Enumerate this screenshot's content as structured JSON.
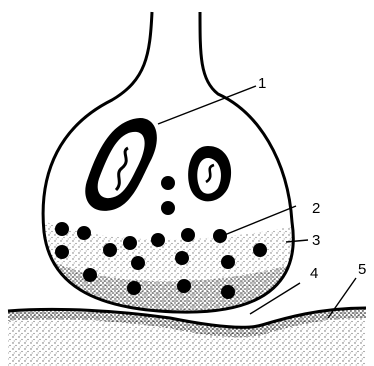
{
  "diagram": {
    "ink_color": "#000000",
    "background_color": "#ffffff",
    "callouts": [
      {
        "id": "callout-1",
        "label": "1"
      },
      {
        "id": "callout-2",
        "label": "2"
      },
      {
        "id": "callout-3",
        "label": "3"
      },
      {
        "id": "callout-4",
        "label": "4"
      },
      {
        "id": "callout-5",
        "label": "5"
      }
    ]
  }
}
